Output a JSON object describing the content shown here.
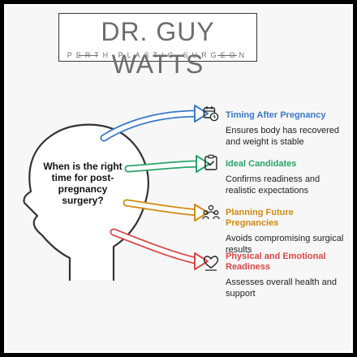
{
  "logo": {
    "name": "DR. GUY WATTS",
    "tagline": "PERTH PLASTIC SURGEON"
  },
  "center": {
    "question": "When is the right time for post-pregnancy surgery?"
  },
  "items": [
    {
      "title": "Timing After Pregnancy",
      "description": "Ensures body has recovered and weight is stable",
      "color": "#3a78c9",
      "icon": "calendar-clock-icon"
    },
    {
      "title": "Ideal Candidates",
      "description": "Confirms readiness and realistic expectations",
      "color": "#2aa36b",
      "icon": "clipboard-check-icon"
    },
    {
      "title": "Planning Future Pregnancies",
      "description": "Avoids compromising surgical results",
      "color": "#d18a12",
      "icon": "family-icon"
    },
    {
      "title": "Physical and Emotional Readiness",
      "description": "Assesses overall health and support",
      "color": "#d94646",
      "icon": "heart-hand-icon"
    }
  ],
  "colors": {
    "head_outline": "#333333",
    "frame": "#000000",
    "text": "#111111"
  }
}
